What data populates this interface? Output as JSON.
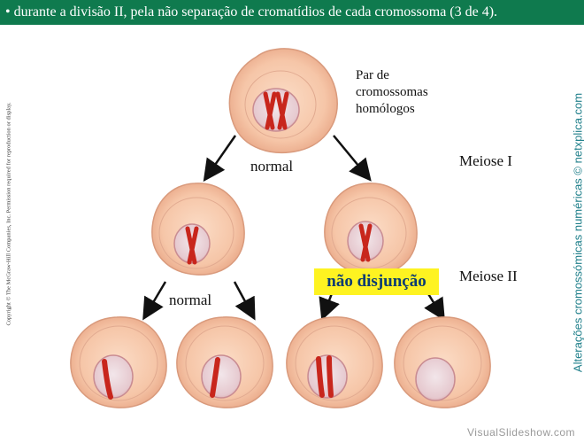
{
  "banner": {
    "text": "• durante a divisão II, pela não separação de cromatídios de cada cromossoma (3 de 4)."
  },
  "labels": {
    "pair": [
      "Par de",
      "cromossomas",
      "homólogos"
    ],
    "normal_1": "normal",
    "normal_2": "normal",
    "meiose_1": "Meiose I",
    "meiose_2": "Meiose II",
    "non_disjunction": "não disjunção"
  },
  "copyright": "Copyright © The McGraw-Hill Companies, Inc. Permission required for reproduction or display.",
  "sidebar": "Alterações cromossómicas numéricas © netxplica.com",
  "watermark": "VisualSlideshow.com",
  "colors": {
    "banner": "#0f7a4e",
    "highlight": "#fef321",
    "highlight_text": "#0a3b73",
    "sidebar_text": "#1f7f8a",
    "cell": "#f7c9ae",
    "chromosome": "#c8261c"
  }
}
